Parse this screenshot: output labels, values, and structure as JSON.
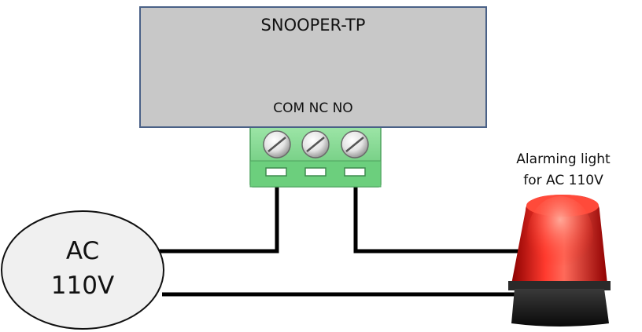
{
  "device": {
    "title": "SNOOPER-TP",
    "terminals": "COM NC NO"
  },
  "light": {
    "label_line1": "Alarming light",
    "label_line2": "for AC 110V"
  },
  "power": {
    "line1": "AC",
    "line2": "110V"
  },
  "colors": {
    "device_fill": "#c8c8c8",
    "device_border": "#4a6187",
    "terminal_block": "#7fd68f",
    "wire": "#000000",
    "beacon_dome": "#e01818",
    "beacon_base": "#1a1a1a"
  },
  "icons": [
    "terminal-screw-icon",
    "alarm-beacon-icon"
  ]
}
